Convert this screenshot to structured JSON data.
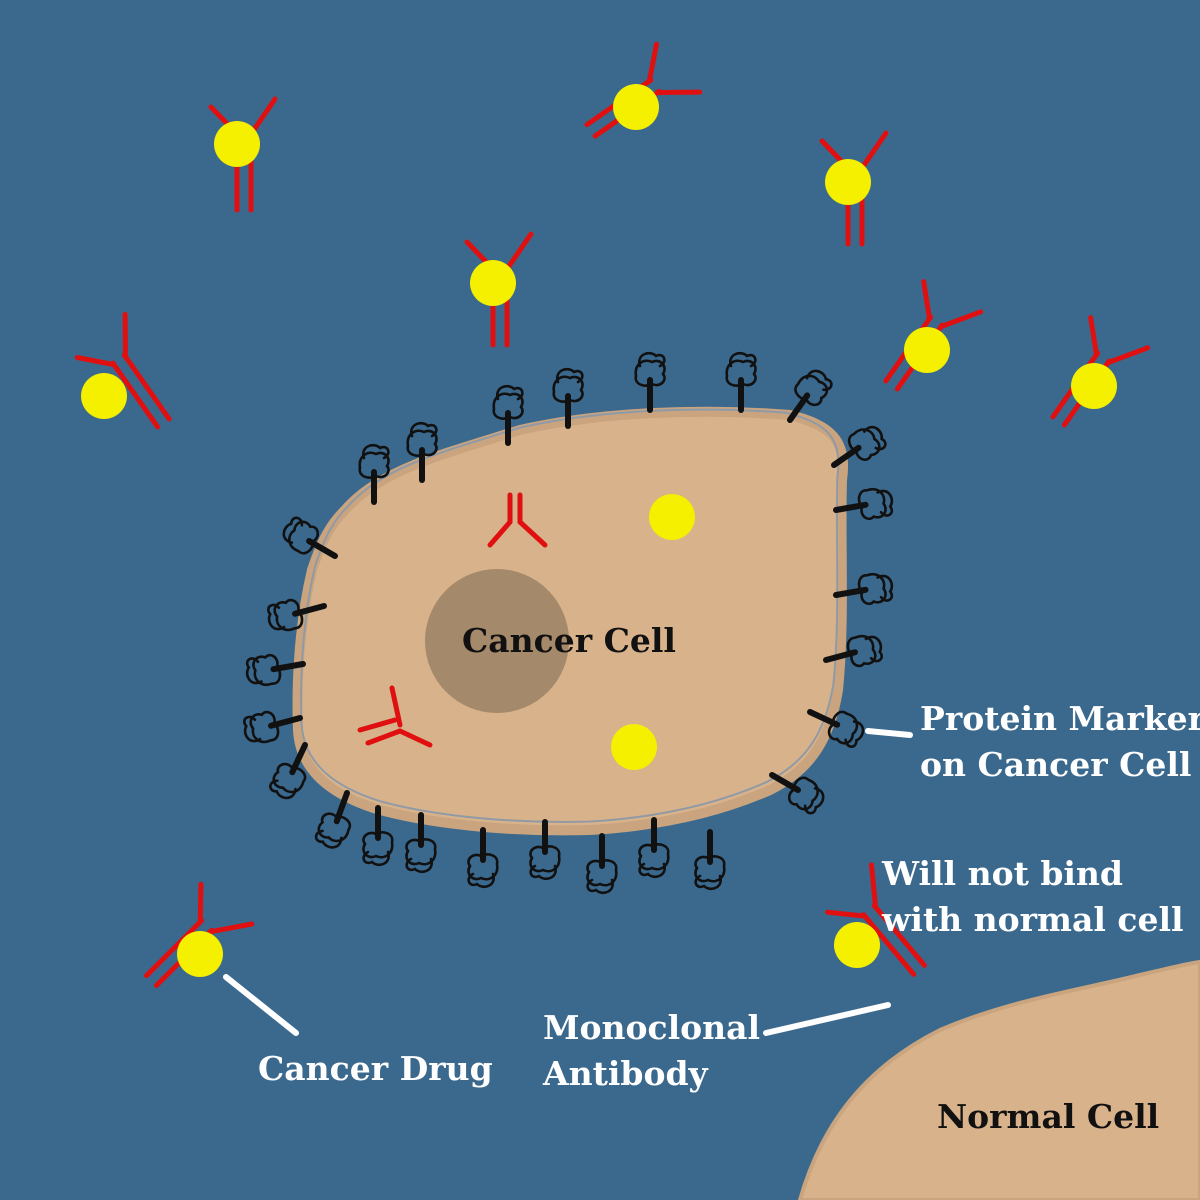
{
  "labels": {
    "cancer_cell": "Cancer Cell",
    "normal_cell": "Normal Cell",
    "protein_marker": [
      "Protein Marker",
      "on Cancer Cell"
    ],
    "no_bind": [
      "Will not bind",
      "with normal cell"
    ],
    "antibody": [
      "Monoclonal",
      "Antibody"
    ],
    "cancer_drug": "Cancer Drug"
  },
  "colors": {
    "background": "#3b698e",
    "cell_fill": "#d8b28a",
    "cell_outline": "#8f9aa6",
    "nucleus": "#a4896b",
    "drug": "#f5ef00",
    "antibody": "#e01010",
    "marker": "#111111",
    "pointer": "#ffffff"
  },
  "icons": {
    "drug": "yellow-circle",
    "antibody": "y-shaped-antibody",
    "marker": "protein-marker-stalk"
  }
}
